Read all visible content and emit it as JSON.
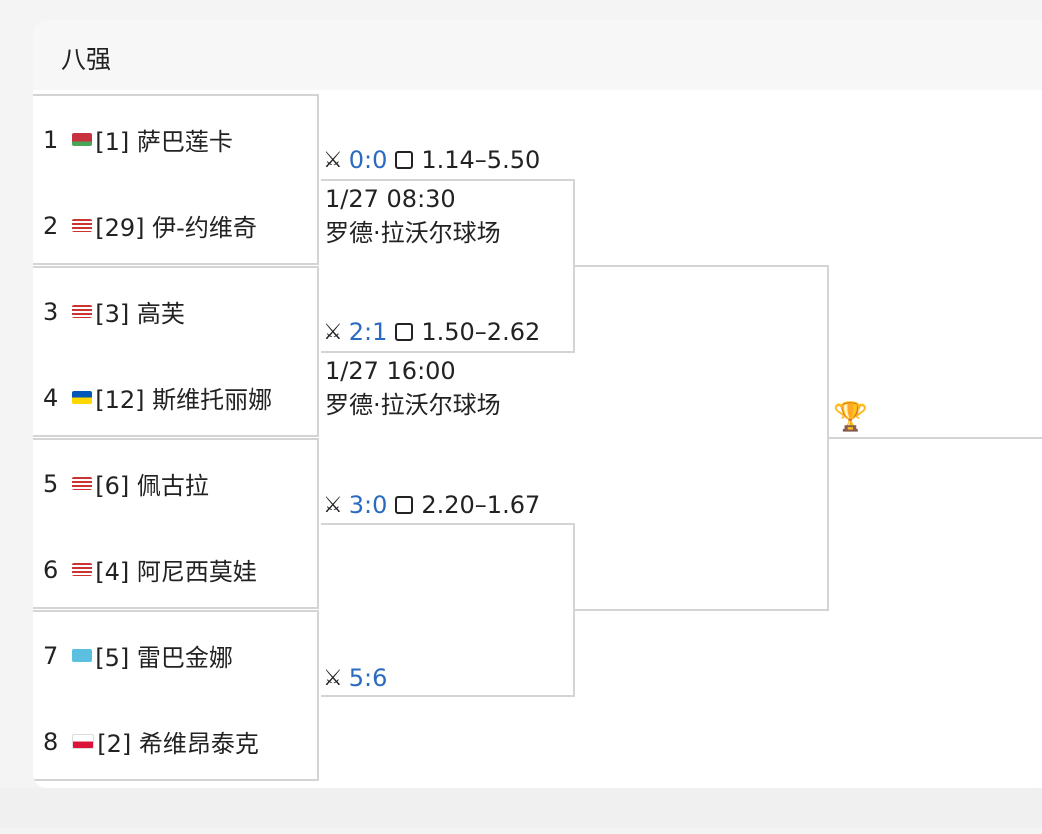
{
  "title": "八强",
  "players": [
    {
      "seed_no": "1",
      "name": "[1] 萨巴莲卡",
      "flag": "belarus"
    },
    {
      "seed_no": "2",
      "name": "[29] 伊-约维奇",
      "flag": "usa"
    },
    {
      "seed_no": "3",
      "name": "[3] 高芙",
      "flag": "usa"
    },
    {
      "seed_no": "4",
      "name": "[12] 斯维托丽娜",
      "flag": "ukraine"
    },
    {
      "seed_no": "5",
      "name": "[6] 佩古拉",
      "flag": "usa"
    },
    {
      "seed_no": "6",
      "name": "[4] 阿尼西莫娃",
      "flag": "usa"
    },
    {
      "seed_no": "7",
      "name": "[5] 雷巴金娜",
      "flag": "kazakhstan"
    },
    {
      "seed_no": "8",
      "name": "[2] 希维昂泰克",
      "flag": "poland"
    }
  ],
  "matches": [
    {
      "score": "0:0",
      "odds": "1.14–5.50",
      "time": "1/27 08:30",
      "venue": "罗德·拉沃尔球场"
    },
    {
      "score": "2:1",
      "odds": "1.50–2.62",
      "time": "1/27 16:00",
      "venue": "罗德·拉沃尔球场"
    },
    {
      "score": "3:0",
      "odds": "2.20–1.67"
    },
    {
      "score": "5:6"
    }
  ],
  "colors": {
    "score": "#2a6ac0",
    "border": "#d4d4d4"
  }
}
